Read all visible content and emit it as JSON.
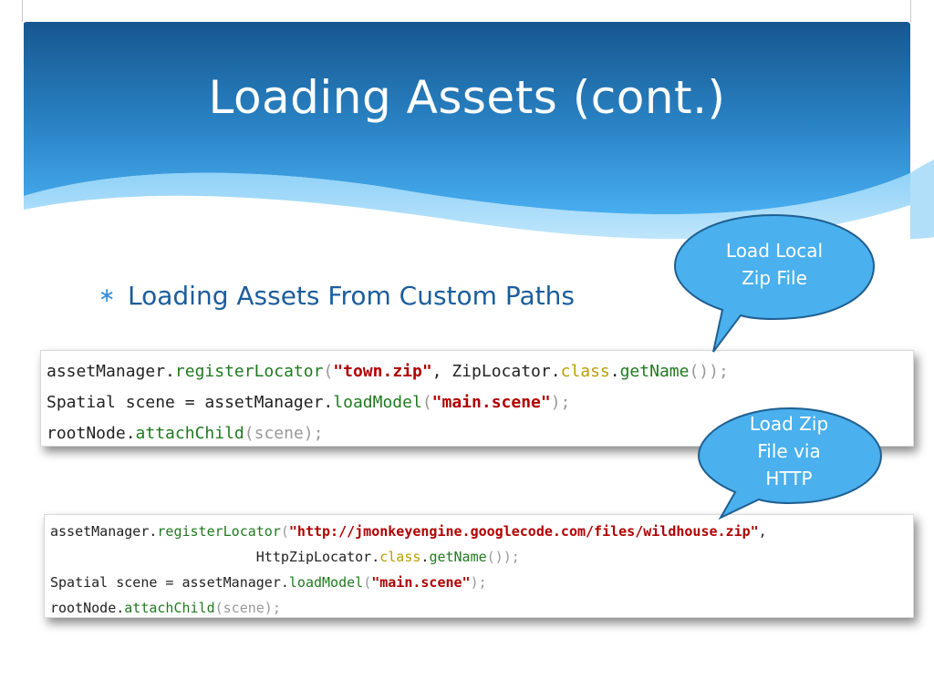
{
  "slide": {
    "title": "Loading Assets (cont.)",
    "bullet": {
      "marker": "∗",
      "text": "Loading Assets From Custom Paths"
    },
    "colors": {
      "banner_top": "#1a5f9a",
      "banner_bottom": "#3aa0e0",
      "title_text": "#ffffff",
      "bullet_text": "#1c5d9c",
      "callout_fill": "#4ab0ee",
      "callout_stroke": "#1f5f91",
      "code_method": "#1f7a1f",
      "code_string": "#b00000",
      "code_keyword_class": "#b8a000"
    }
  },
  "code_block_1": {
    "line1": {
      "a": "assetManager.",
      "b": "registerLocator",
      "c": "(",
      "d": "\"town.zip\"",
      "e": ", ZipLocator.",
      "f": "class",
      "g": ".",
      "h": "getName",
      "i": "());"
    },
    "line2": {
      "a": "Spatial scene = assetManager.",
      "b": "loadModel",
      "c": "(",
      "d": "\"main.scene\"",
      "e": ");"
    },
    "line3": {
      "a": "rootNode.",
      "b": "attachChild",
      "c": "(scene);"
    }
  },
  "code_block_2": {
    "line1": {
      "a": "assetManager.",
      "b": "registerLocator",
      "c": "(",
      "d": "\"http://jmonkeyengine.googlecode.com/files/wildhouse.zip\"",
      "e": ","
    },
    "line2": {
      "indent": "                         ",
      "a": "HttpZipLocator.",
      "b": "class",
      "c": ".",
      "d": "getName",
      "e": "());"
    },
    "line3": {
      "a": "Spatial scene = assetManager.",
      "b": "loadModel",
      "c": "(",
      "d": "\"main.scene\"",
      "e": ");"
    },
    "line4": {
      "a": "rootNode.",
      "b": "attachChild",
      "c": "(scene);"
    }
  },
  "callouts": [
    {
      "line1": "Load Local",
      "line2": "Zip File"
    },
    {
      "line1": "Load  Zip",
      "line2": "File via",
      "line3": "HTTP"
    }
  ]
}
